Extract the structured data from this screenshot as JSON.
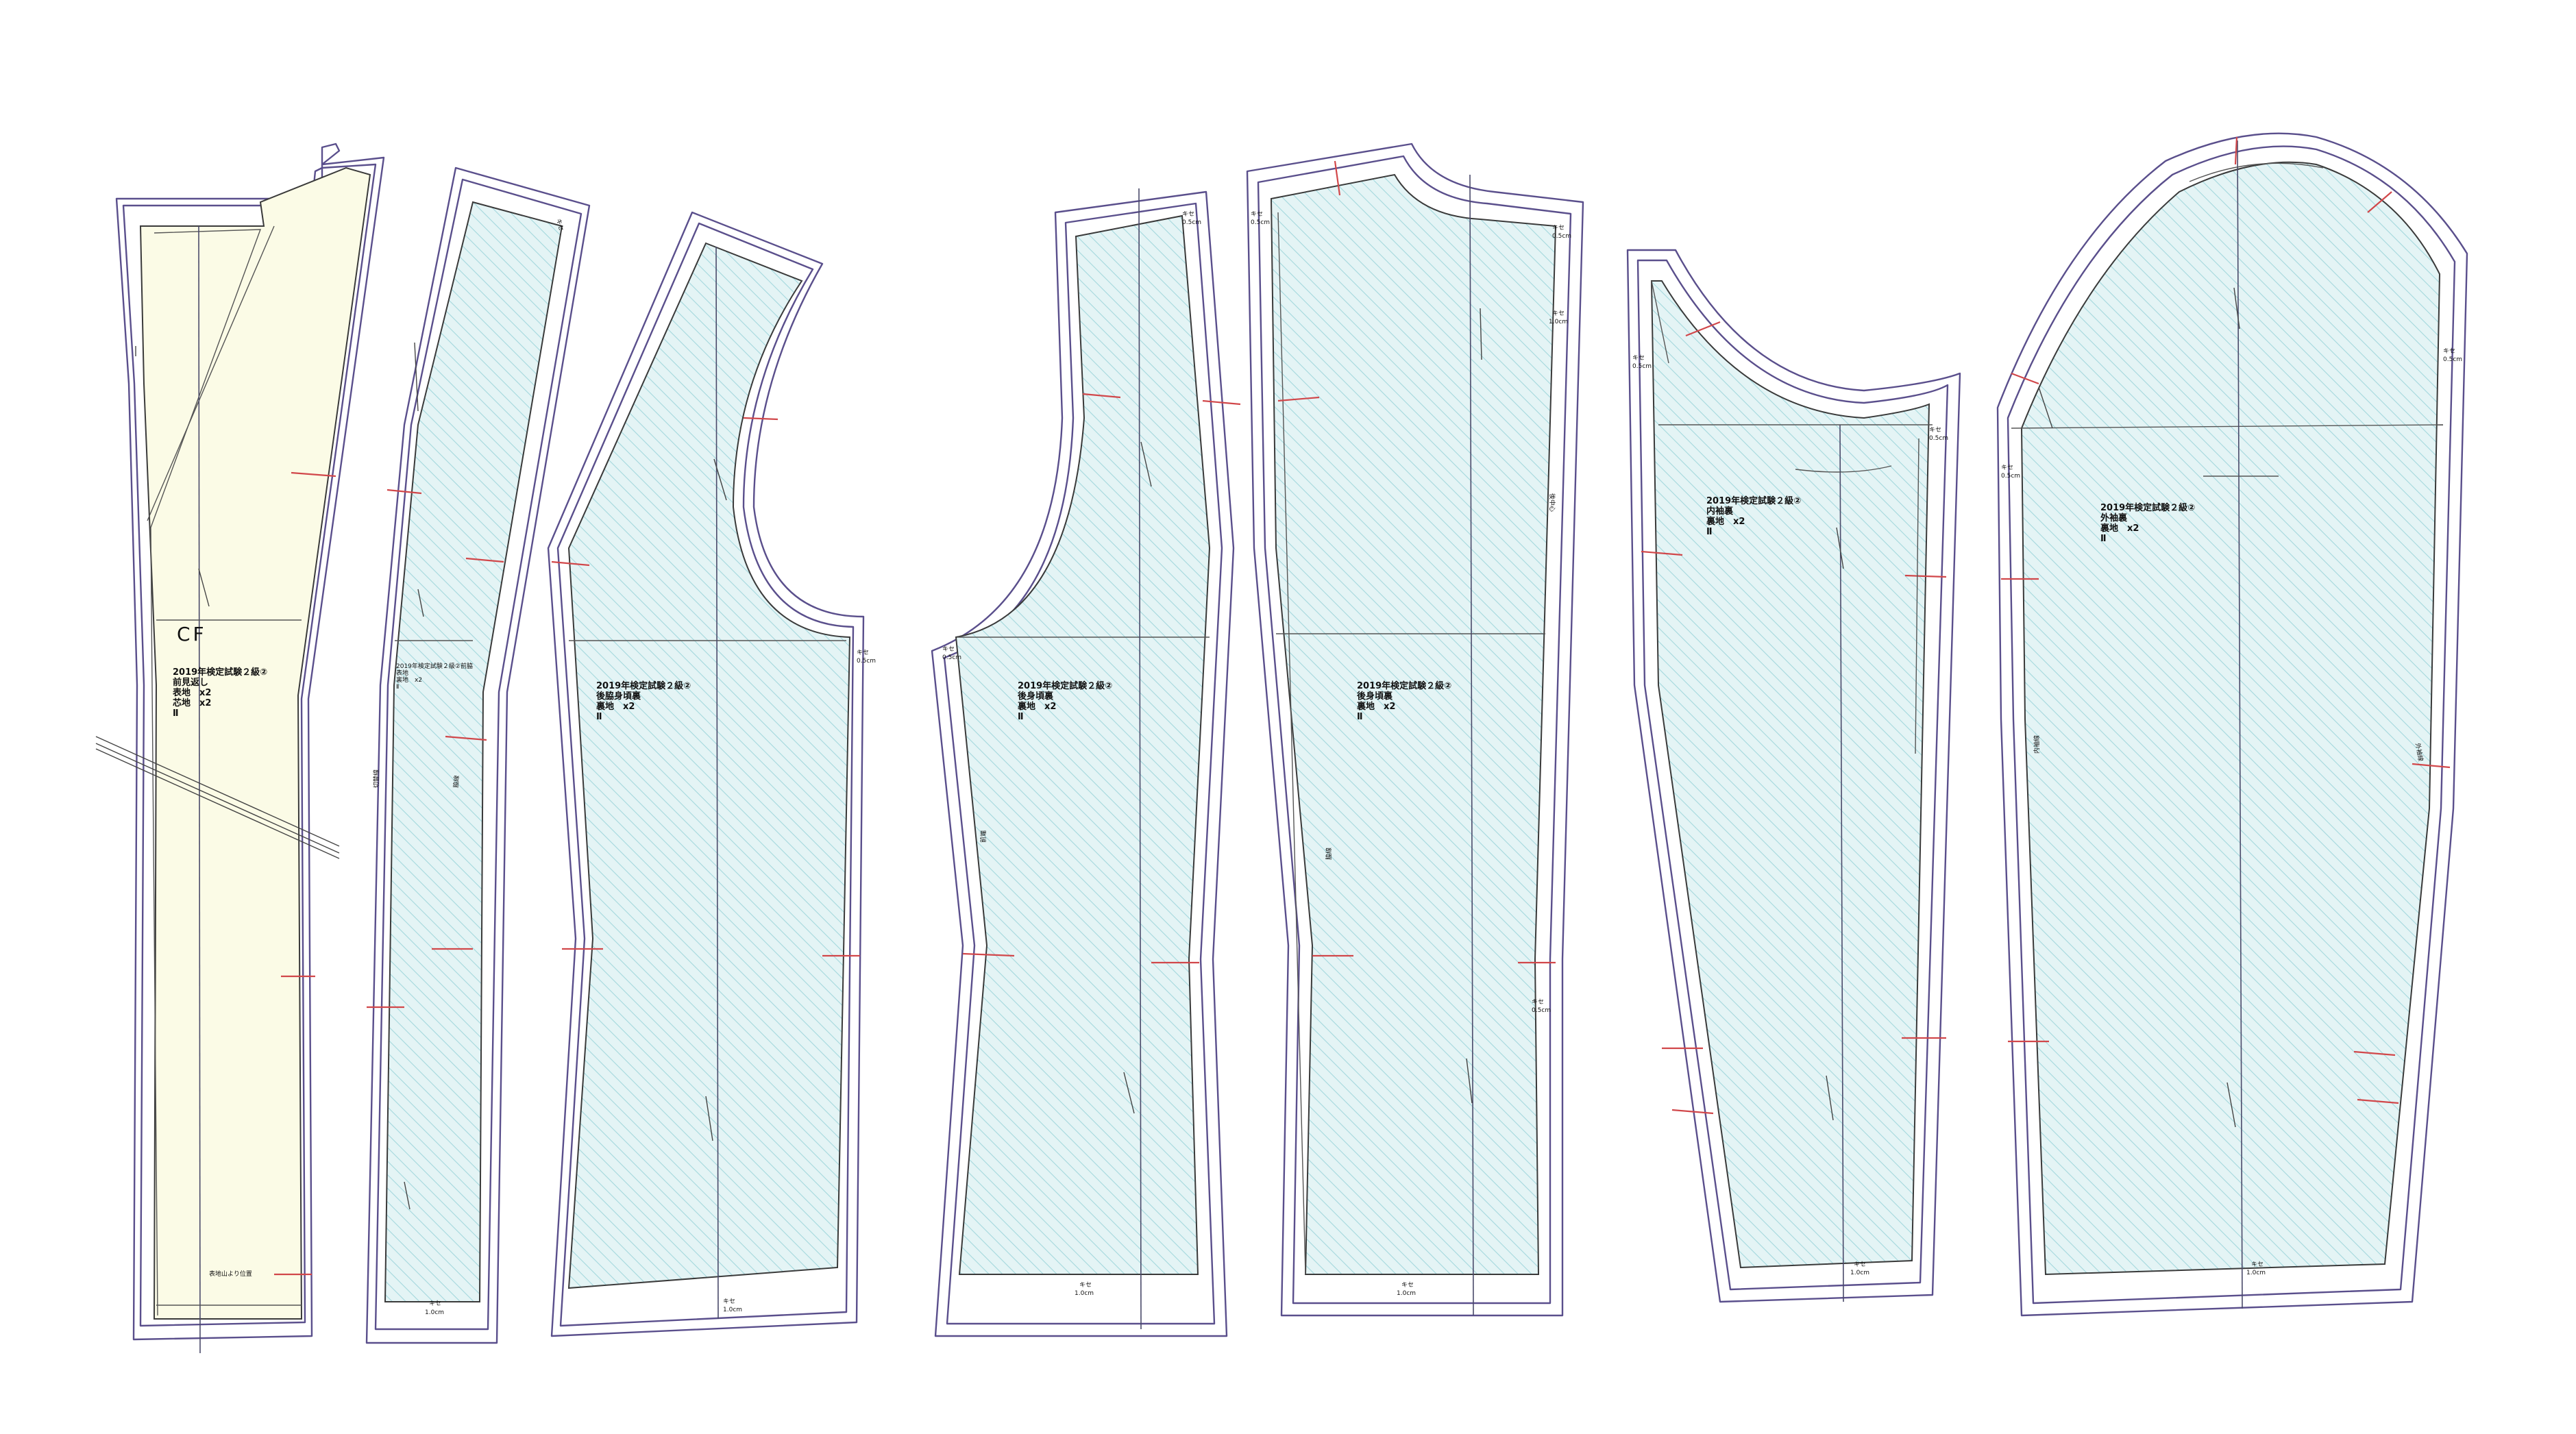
{
  "colors": {
    "outline": "#5a4f8c",
    "lining_fill": "#e3f3f4",
    "lining_hatch": "#9fd5da",
    "facing_fill": "#fbfbe6",
    "notch": "#d1474a"
  },
  "pieces": {
    "front_facing": {
      "cf_mark": "CF",
      "line1": "2019年検定試験２級②",
      "line2": "前見返し",
      "line3": "表地　x2",
      "line4": "芯地　x2",
      "line5": "Ⅱ",
      "note": "表地山より位置"
    },
    "front_side_lining": {
      "line1": "2019年検定試験２級②前脇",
      "line2": "表地",
      "line3": "裏地　x2",
      "line4": "Ⅱ"
    },
    "side_back_lining": {
      "line1": "2019年検定試験２級②",
      "line2": "後脇身頃裏",
      "line3": "裏地　x2",
      "line4": "Ⅱ"
    },
    "front_lining": {
      "line1": "2019年検定試験２級②",
      "line2": "後身頃裏",
      "line3": "裏地　x2",
      "line4": "Ⅱ"
    },
    "back_lining": {
      "line1": "2019年検定試験２級②",
      "line2": "後身頃裏",
      "line3": "裏地　x2",
      "line4": "Ⅱ"
    },
    "undersleeve_lining": {
      "line1": "2019年検定試験２級②",
      "line2": "内袖裏",
      "line3": "裏地　x2",
      "line4": "Ⅱ"
    },
    "topsleeve_lining": {
      "line1": "2019年検定試験２級②",
      "line2": "外袖裏",
      "line3": "裏地　x2",
      "line4": "Ⅱ"
    }
  },
  "annotations": {
    "kise_05": "キセ",
    "val_05": "0.5cm",
    "kise_10": "キセ",
    "val_10": "1.0cm",
    "seam_side": "脇線",
    "seam_back": "後中心",
    "seam_inner": "内袖線",
    "seam_outer": "外袖線",
    "seam_front": "前端",
    "seam_princess": "切替線"
  }
}
